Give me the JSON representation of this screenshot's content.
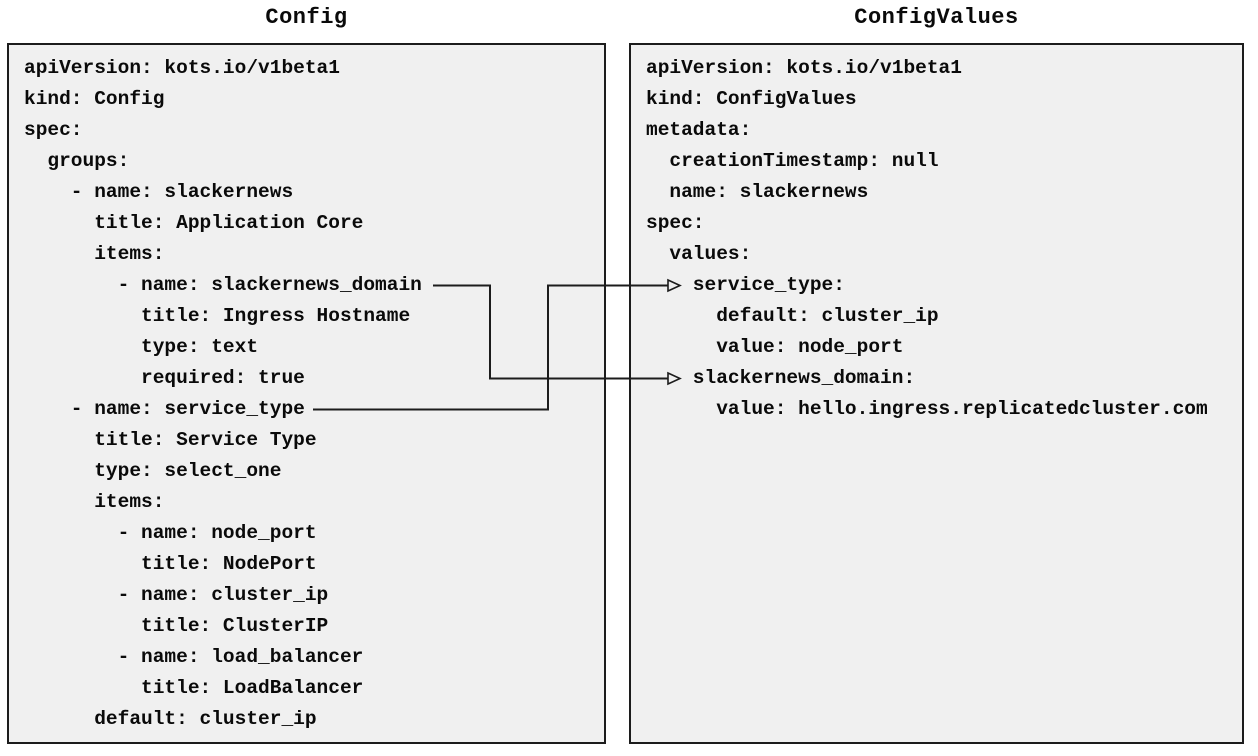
{
  "diagram": {
    "colors": {
      "background": "#ffffff",
      "panel_fill": "#f0f0f0",
      "panel_border": "#1c1c1c",
      "text": "#0a0a0a",
      "arrow": "#1c1c1c"
    },
    "left_panel": {
      "title": "Config",
      "lines": [
        "apiVersion: kots.io/v1beta1",
        "kind: Config",
        "spec:",
        "  groups:",
        "    - name: slackernews",
        "      title: Application Core",
        "      items:",
        "        - name: slackernews_domain",
        "          title: Ingress Hostname",
        "          type: text",
        "          required: true",
        "    - name: service_type",
        "      title: Service Type",
        "      type: select_one",
        "      items:",
        "        - name: node_port",
        "          title: NodePort",
        "        - name: cluster_ip",
        "          title: ClusterIP",
        "        - name: load_balancer",
        "          title: LoadBalancer",
        "      default: cluster_ip"
      ]
    },
    "right_panel": {
      "title": "ConfigValues",
      "lines": [
        "apiVersion: kots.io/v1beta1",
        "kind: ConfigValues",
        "metadata:",
        "  creationTimestamp: null",
        "  name: slackernews",
        "spec:",
        "  values:",
        "    service_type:",
        "      default: cluster_ip",
        "      value: node_port",
        "    slackernews_domain:",
        "      value: hello.ingress.replicatedcluster.com"
      ]
    },
    "connections": [
      {
        "from": "slackernews_domain (Config item)",
        "to": "slackernews_domain (ConfigValues value)"
      },
      {
        "from": "service_type (Config item)",
        "to": "service_type (ConfigValues value)"
      }
    ]
  }
}
